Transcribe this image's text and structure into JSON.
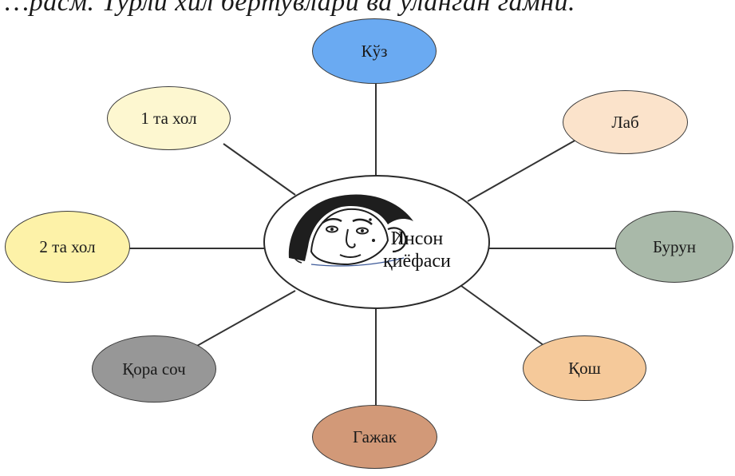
{
  "caption": "…расм. Турли хил бертувлари ва уланган гaмни.",
  "center": {
    "line1": "Инсон",
    "line2": "қиёфаси"
  },
  "nodes": {
    "kuz": {
      "label": "Кўз",
      "fill": "#6aaaf2"
    },
    "lab": {
      "label": "Лаб",
      "fill": "#fbe3cb"
    },
    "burun": {
      "label": "Бурун",
      "fill": "#a9b9a9"
    },
    "qosh": {
      "label": "Қош",
      "fill": "#f5c99a"
    },
    "gajak": {
      "label": "Гажак",
      "fill": "#d29978"
    },
    "qorasoch": {
      "label": "Қора соч",
      "fill": "#979797"
    },
    "ikki_hol": {
      "label": "2 та хол",
      "fill": "#fdf2a8"
    },
    "bir_hol": {
      "label": "1 та хол",
      "fill": "#fdf7d0"
    }
  }
}
